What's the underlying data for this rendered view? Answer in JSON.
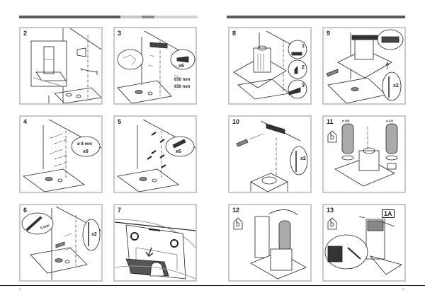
{
  "document": {
    "title": "Range hood installation steps",
    "colors": {
      "header_dark": "#5a5a5a",
      "header_light": "#c8c8c8",
      "header_mid": "#8a8a8a",
      "panel_border": "#c8c8c8",
      "ink": "#222222"
    }
  },
  "pages": {
    "left": {
      "page_number": "4",
      "panels": [
        {
          "step": "2",
          "labels": []
        },
        {
          "step": "3",
          "labels": [
            "x6",
            "650 mm",
            "650 mm"
          ]
        },
        {
          "step": "4",
          "labels": [
            "ø 8 mm",
            "x6"
          ]
        },
        {
          "step": "5",
          "labels": [
            "x6"
          ]
        },
        {
          "step": "6",
          "labels": [
            "5 mm",
            "x2"
          ]
        },
        {
          "step": "7",
          "labels": []
        }
      ]
    },
    "right": {
      "page_number": "5",
      "panels": [
        {
          "step": "8",
          "labels": [
            "1",
            "2",
            "3"
          ]
        },
        {
          "step": "9",
          "labels": [
            "x2"
          ]
        },
        {
          "step": "10",
          "labels": [
            "x2"
          ]
        },
        {
          "step": "11",
          "labels": [
            "ø 150",
            "ø 120"
          ]
        },
        {
          "step": "12",
          "labels": []
        },
        {
          "step": "13",
          "labels": [
            "1A"
          ]
        }
      ]
    }
  }
}
